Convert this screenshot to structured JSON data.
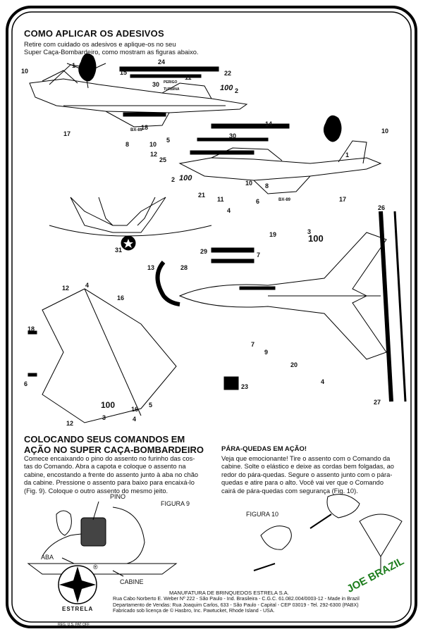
{
  "header": {
    "title": "COMO APLICAR OS ADESIVOS",
    "intro": [
      "Retire com cuidado os adesivos e aplique-os no seu",
      "Super Caça-Bombardeiro, como mostram as figuras abaixo."
    ]
  },
  "decal_labels": {
    "n1": "1",
    "n2": "2",
    "n3": "3",
    "n4": "4",
    "n5": "5",
    "n6": "6",
    "n7": "7",
    "n8": "8",
    "n9": "9",
    "n10": "10",
    "n11": "11",
    "n12": "12",
    "n13": "13",
    "n14": "14",
    "n15": "15",
    "n16": "16",
    "n17": "17",
    "n18": "18",
    "n19": "19",
    "n20": "20",
    "n21": "21",
    "n22": "22",
    "n23": "23",
    "n24": "24",
    "n25": "25",
    "n26": "26",
    "n27": "27",
    "n28": "28",
    "n29": "29",
    "n30": "30",
    "n31": "31",
    "hundred": "100",
    "perigo": "PERIGO TURBINA",
    "bx": "BX-89"
  },
  "section_comandos": {
    "title": [
      "COLOCANDO SEUS COMANDOS EM",
      "AÇÃO NO SUPER CAÇA-BOMBARDEIRO"
    ],
    "body": [
      "Comece encaixando o pino do assento no furinho das cos-",
      "tas do Comando. Abra a capota e coloque o assento na",
      "cabine, encostando a frente do assento junto à aba no chão",
      "da cabine. Pressione o assento para baixo para encaixá-lo",
      "(Fig. 9). Coloque o outro assento do mesmo jeito."
    ]
  },
  "section_paraquedas": {
    "title": "PÁRA-QUEDAS EM AÇÃO!",
    "body": [
      "Veja que emocionante! Tire o assento com o Comando da",
      "cabine. Solte o elástico e deixe as cordas bem folgadas, ao",
      "redor do pára-quedas. Segure o assento junto com o pára-",
      "quedas e atire para o alto. Você vai ver que o Comando",
      "cairá de pára-quedas com segurança (Fig. 10)."
    ]
  },
  "figures": {
    "fig9": "FIGURA 9",
    "fig10": "FIGURA 10",
    "pino": "PINO",
    "aba": "ABA",
    "cabine": "CABINE"
  },
  "brand": {
    "name": "ESTRELA",
    "registered": "®",
    "reg": "REG. U.S. PAT OFF"
  },
  "footer": [
    "MANUFATURA DE BRINQUEDOS ESTRELA S.A.",
    "Rua Cabo Norberto E. Weber Nº 222 - São Paulo - Ind. Brasileira - C.G.C. 61.082.004/0003-12 - Made in Brazil",
    "Departamento de Vendas: Rua Joaquim Carlos, 633 - São Paulo - Capital - CEP 03019 - Tel. 292-6300 (PABX)",
    "Fabricado sob licença de © Hasbro, Inc. Pawtucket, Rhode Island - USA."
  ],
  "watermark": "JOE BRAZIL"
}
